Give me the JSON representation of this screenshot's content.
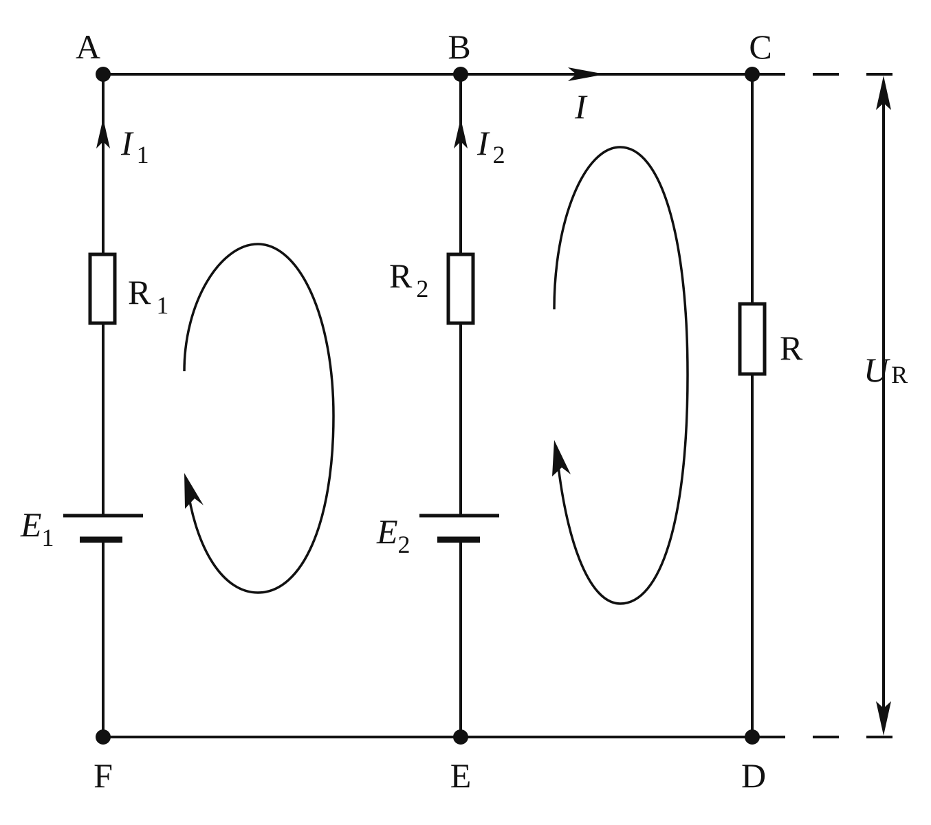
{
  "nodes": {
    "a": "A",
    "b": "B",
    "c": "C",
    "d": "D",
    "e": "E",
    "f": "F"
  },
  "currents": {
    "i_main": "I",
    "i1": {
      "symbol": "I",
      "sub": "1"
    },
    "i2": {
      "symbol": "I",
      "sub": "2"
    }
  },
  "resistors": {
    "r1": {
      "symbol": "R",
      "sub": "1"
    },
    "r2": {
      "symbol": "R",
      "sub": "2"
    },
    "r": "R"
  },
  "sources": {
    "e1": {
      "symbol": "E",
      "sub": "1"
    },
    "e2": {
      "symbol": "E",
      "sub": "2"
    }
  },
  "voltage": {
    "symbol": "U",
    "sub": "R"
  },
  "colors": {
    "ink": "#111111",
    "background": "#ffffff"
  }
}
